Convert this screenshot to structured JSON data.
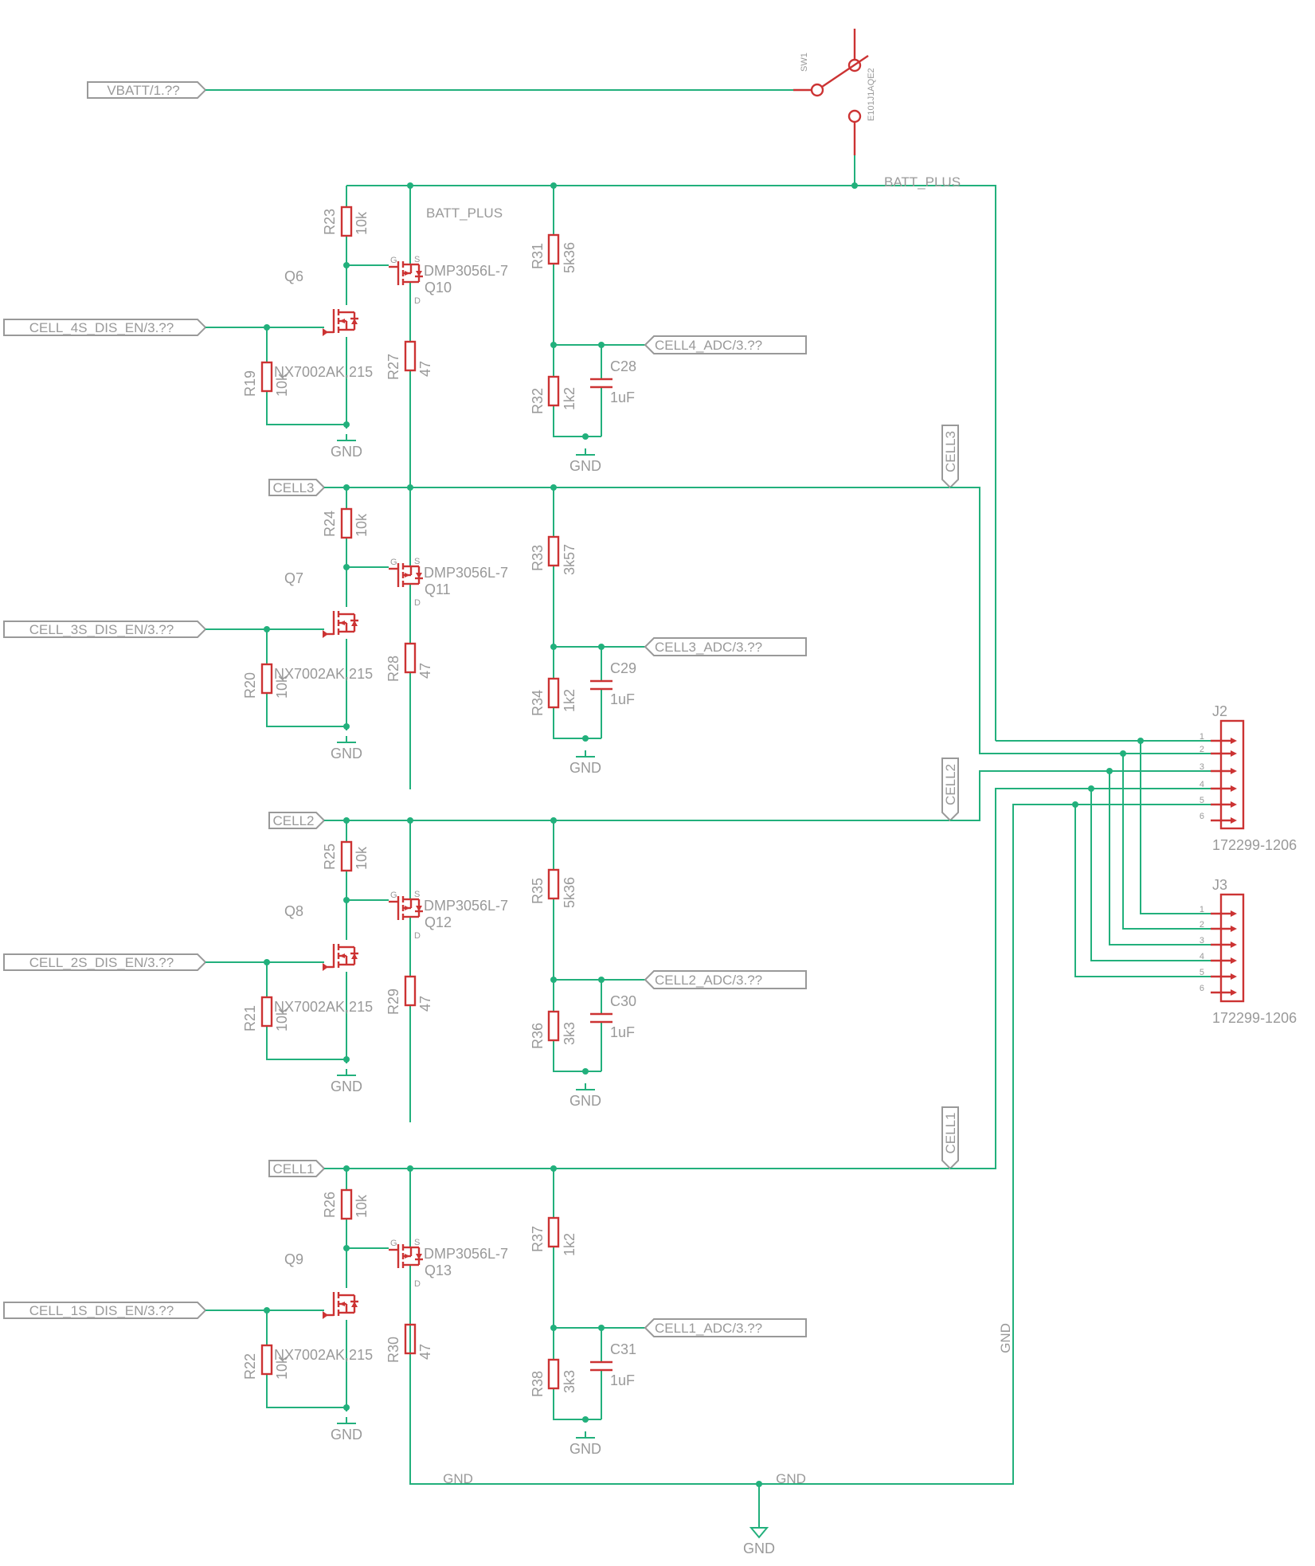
{
  "colors": {
    "wire": "#22b07c",
    "component": "#cc3333",
    "text": "#999999",
    "background": "#ffffff"
  },
  "ports": {
    "vbatt": "VBATT/1.??",
    "en4": "CELL_4S_DIS_EN/3.??",
    "en3": "CELL_3S_DIS_EN/3.??",
    "en2": "CELL_2S_DIS_EN/3.??",
    "en1": "CELL_1S_DIS_EN/3.??",
    "adc4": "CELL4_ADC/3.??",
    "adc3": "CELL3_ADC/3.??",
    "adc2": "CELL2_ADC/3.??",
    "adc1": "CELL1_ADC/3.??",
    "cell3": "CELL3",
    "cell2": "CELL2",
    "cell1": "CELL1",
    "cell3_v": "CELL3",
    "cell2_v": "CELL2",
    "cell1_v": "CELL1"
  },
  "switch": {
    "ref": "SW1",
    "part": "E101J1AQE2"
  },
  "nets": {
    "batt_plus_1": "BATT_PLUS",
    "batt_plus_2": "BATT_PLUS",
    "gnd_1": "GND",
    "gnd_2": "GND",
    "gnd_3": "GND"
  },
  "gnd_symbols": [
    "GND",
    "GND",
    "GND",
    "GND",
    "GND",
    "GND",
    "GND",
    "GND",
    "GND"
  ],
  "pin_labels": {
    "s": "S",
    "g": "G",
    "d": "D"
  },
  "stages": [
    {
      "r_top": "R23",
      "r_top_val": "10k",
      "q_n": "Q6",
      "q_n_part": "NX7002AK,215",
      "r_pd": "R19",
      "r_pd_val": "10k",
      "q_p": "Q10",
      "q_p_part": "DMP3056L-7",
      "r_load": "R27",
      "r_load_val": "47",
      "r_div_top": "R31",
      "r_div_top_val": "5k36",
      "r_div_bot": "R32",
      "r_div_bot_val": "1k2",
      "cap": "C28",
      "cap_val": "1uF"
    },
    {
      "r_top": "R24",
      "r_top_val": "10k",
      "q_n": "Q7",
      "q_n_part": "NX7002AK,215",
      "r_pd": "R20",
      "r_pd_val": "10k",
      "q_p": "Q11",
      "q_p_part": "DMP3056L-7",
      "r_load": "R28",
      "r_load_val": "47",
      "r_div_top": "R33",
      "r_div_top_val": "3k57",
      "r_div_bot": "R34",
      "r_div_bot_val": "1k2",
      "cap": "C29",
      "cap_val": "1uF"
    },
    {
      "r_top": "R25",
      "r_top_val": "10k",
      "q_n": "Q8",
      "q_n_part": "NX7002AK,215",
      "r_pd": "R21",
      "r_pd_val": "10k",
      "q_p": "Q12",
      "q_p_part": "DMP3056L-7",
      "r_load": "R29",
      "r_load_val": "47",
      "r_div_top": "R35",
      "r_div_top_val": "5k36",
      "r_div_bot": "R36",
      "r_div_bot_val": "3k3",
      "cap": "C30",
      "cap_val": "1uF"
    },
    {
      "r_top": "R26",
      "r_top_val": "10k",
      "q_n": "Q9",
      "q_n_part": "NX7002AK,215",
      "r_pd": "R22",
      "r_pd_val": "10k",
      "q_p": "Q13",
      "q_p_part": "DMP3056L-7",
      "r_load": "R30",
      "r_load_val": "47",
      "r_div_top": "R37",
      "r_div_top_val": "1k2",
      "r_div_bot": "R38",
      "r_div_bot_val": "3k3",
      "cap": "C31",
      "cap_val": "1uF"
    }
  ],
  "connectors": [
    {
      "ref": "J2",
      "part": "172299-1206",
      "pins": [
        "1",
        "2",
        "3",
        "4",
        "5",
        "6"
      ]
    },
    {
      "ref": "J3",
      "part": "172299-1206",
      "pins": [
        "1",
        "2",
        "3",
        "4",
        "5",
        "6"
      ]
    }
  ]
}
